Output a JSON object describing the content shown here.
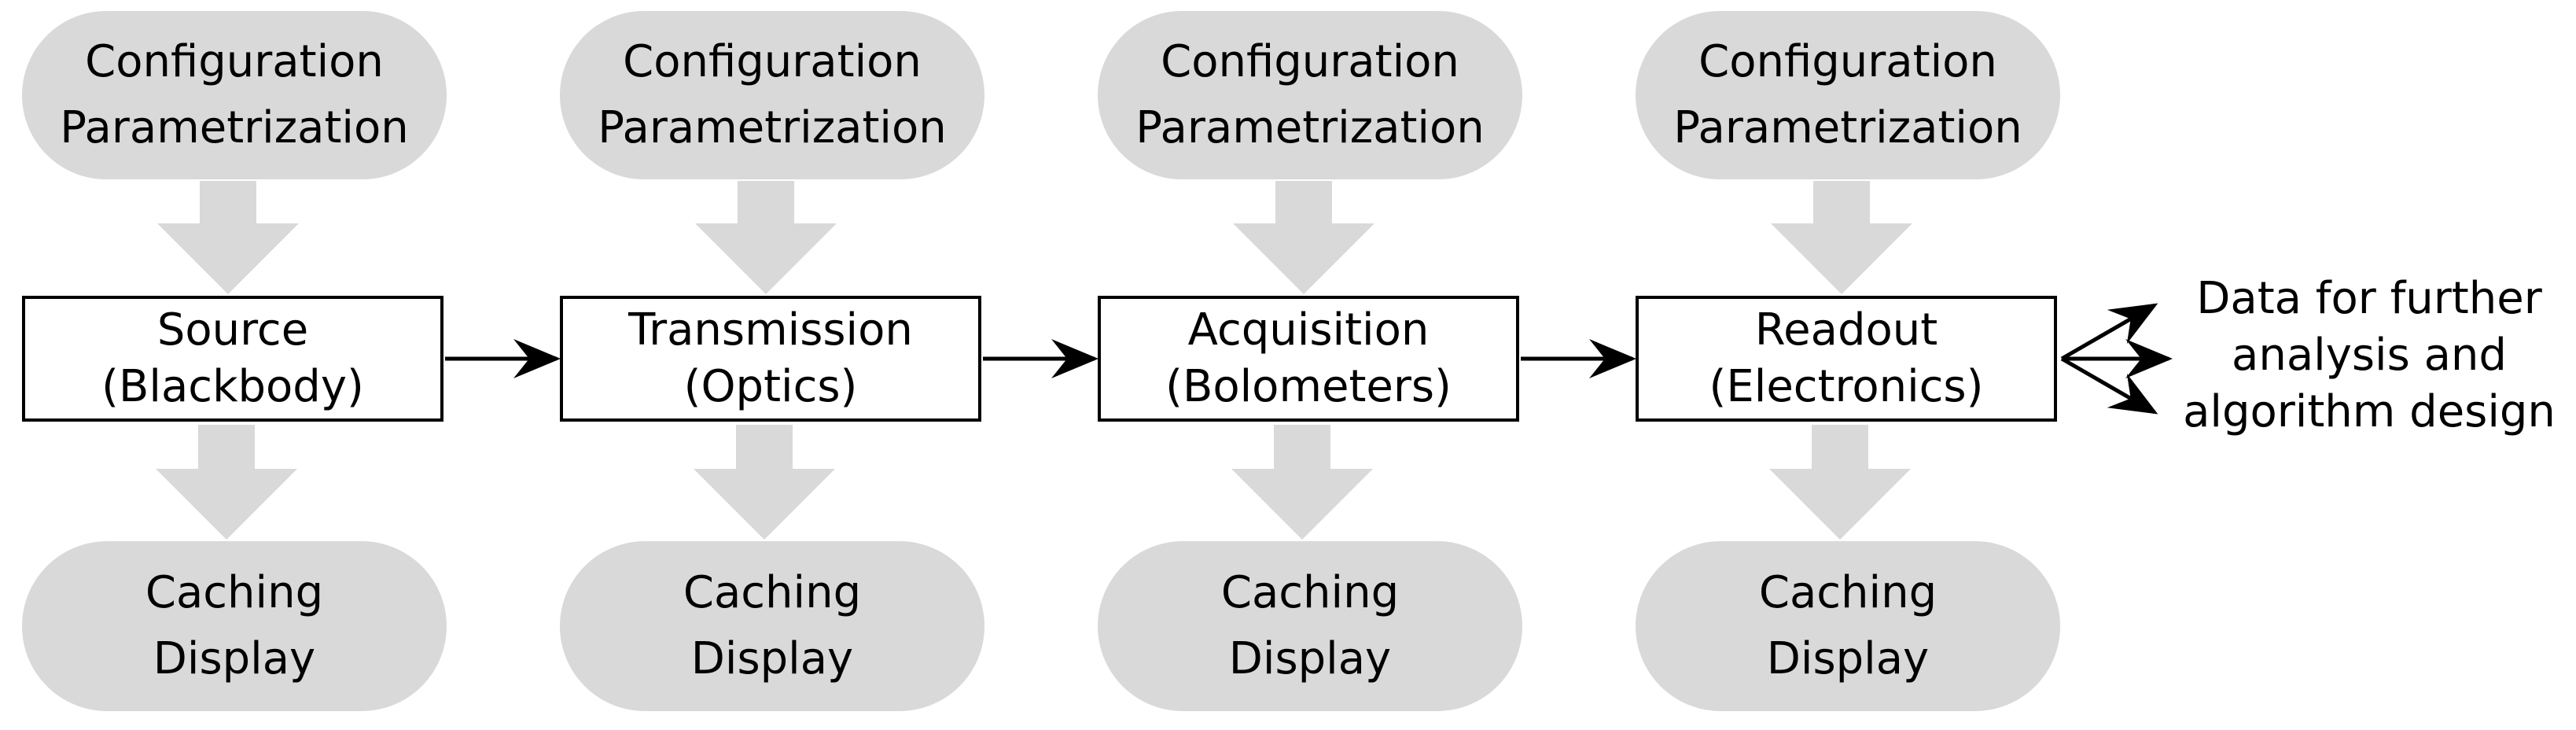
{
  "diagram": {
    "stages": [
      {
        "config": [
          "Configuration",
          "Parametrization"
        ],
        "label": [
          "Source",
          "(Blackbody)"
        ],
        "output": [
          "Caching",
          "Display"
        ]
      },
      {
        "config": [
          "Configuration",
          "Parametrization"
        ],
        "label": [
          "Transmission",
          "(Optics)"
        ],
        "output": [
          "Caching",
          "Display"
        ]
      },
      {
        "config": [
          "Configuration",
          "Parametrization"
        ],
        "label": [
          "Acquisition",
          "(Bolometers)"
        ],
        "output": [
          "Caching",
          "Display"
        ]
      },
      {
        "config": [
          "Configuration",
          "Parametrization"
        ],
        "label": [
          "Readout",
          "(Electronics)"
        ],
        "output": [
          "Caching",
          "Display"
        ]
      }
    ],
    "final_output": [
      "Data for further",
      "analysis and",
      "algorithm design"
    ],
    "colors": {
      "pill_fill": "#d9d9d9",
      "block_arrow": "#d9d9d9",
      "box_border": "#000000",
      "connector": "#000000"
    }
  }
}
